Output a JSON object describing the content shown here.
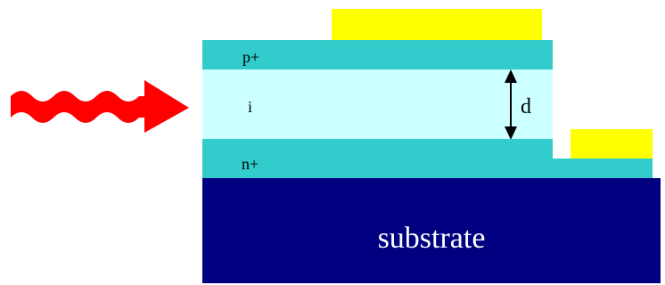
{
  "colors": {
    "contact": "#ffff00",
    "doped_layer": "#33cccc",
    "intrinsic_layer": "#ccffff",
    "substrate": "#000080",
    "arrow": "#ff0000",
    "dimension_line": "#000000",
    "layer_text": "#000000",
    "substrate_text": "#ffffff"
  },
  "layers": {
    "p_plus": "p+",
    "intrinsic": "i",
    "n_plus": "n+",
    "substrate": "substrate"
  },
  "thickness_label": "d",
  "icons": {
    "incident_light": "wavy-arrow-icon",
    "thickness_marker": "double-arrow-icon"
  }
}
